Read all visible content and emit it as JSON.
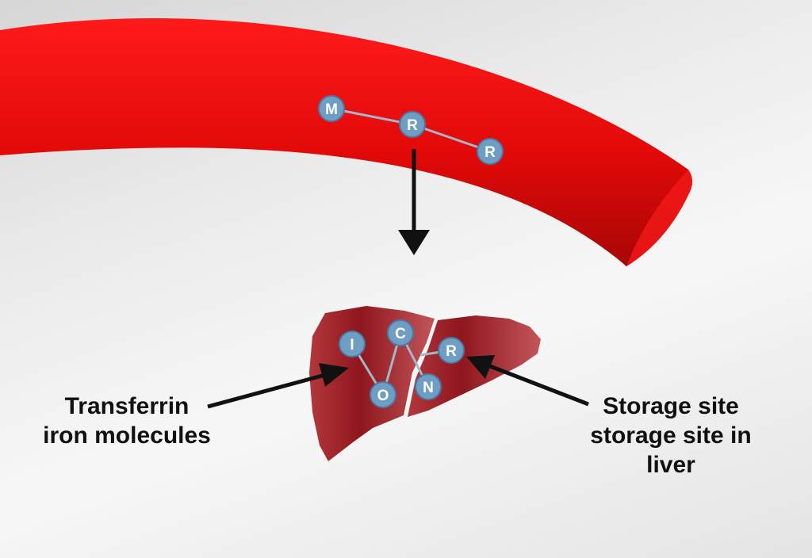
{
  "colors": {
    "vessel": "#e40a0a",
    "vessel_shade": "#b10808",
    "liver": "#9c1f25",
    "liver_light": "#c0474c",
    "node_fill": "#6f9ec4",
    "node_stroke": "#4a7aa3",
    "bond": "#9fb4c8",
    "arrow": "#111111"
  },
  "vessel_molecule": {
    "nodes": [
      "M",
      "R",
      "R"
    ]
  },
  "liver_molecule": {
    "nodes": [
      "I",
      "C",
      "O",
      "N",
      "R"
    ]
  },
  "labels": {
    "left": {
      "line1": "Transferrin",
      "line2": "iron molecules"
    },
    "right": {
      "line1": "Storage site",
      "line2": "storage site in",
      "line3": "liver"
    }
  }
}
